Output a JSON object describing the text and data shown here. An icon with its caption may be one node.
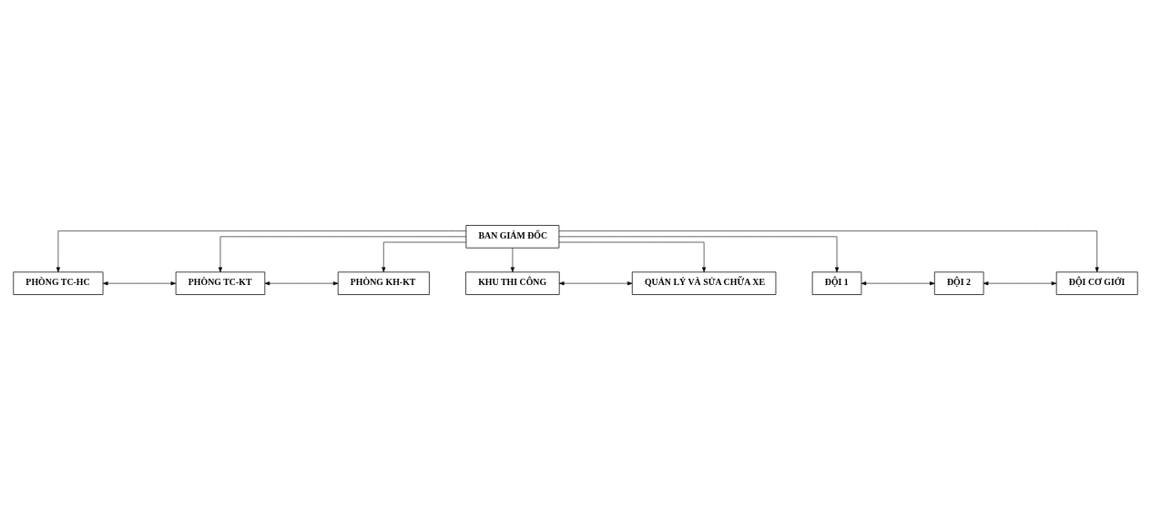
{
  "diagram": {
    "nodes": [
      {
        "text": [
          "BAN GIÁM ĐỐC"
        ]
      },
      {
        "text": [
          "PHÒNG TC-HC"
        ]
      },
      {
        "text": [
          "PHÒNG TC-KT"
        ]
      },
      {
        "text": [
          "PHÒNG KH-KT"
        ]
      },
      {
        "text": [
          "KHU THI CÔNG"
        ]
      },
      {
        "text": [
          "QUẢN LÝ VÀ SỬA CHỮA XE"
        ]
      },
      {
        "text": [
          "ĐỘI 1"
        ]
      },
      {
        "text": [
          "ĐỘI 2"
        ]
      },
      {
        "text": [
          "ĐỘI CƠ GIỚI"
        ]
      }
    ],
    "edges": [
      {
        "from": 0,
        "to": 1,
        "arrow": "to"
      },
      {
        "from": 0,
        "to": 2,
        "arrow": "to"
      },
      {
        "from": 0,
        "to": 3,
        "arrow": "to"
      },
      {
        "from": 0,
        "to": 4,
        "arrow": "to"
      },
      {
        "from": 0,
        "to": 5,
        "arrow": "to"
      },
      {
        "from": 0,
        "to": 6,
        "arrow": "to"
      },
      {
        "from": 0,
        "to": 8,
        "arrow": "to"
      },
      {
        "from": 1,
        "to": 2,
        "arrow": "both"
      },
      {
        "from": 2,
        "to": 3,
        "arrow": "both"
      },
      {
        "from": 4,
        "to": 5,
        "arrow": "both"
      },
      {
        "from": 6,
        "to": 7,
        "arrow": "both"
      },
      {
        "from": 7,
        "to": 8,
        "arrow": "both"
      }
    ]
  }
}
